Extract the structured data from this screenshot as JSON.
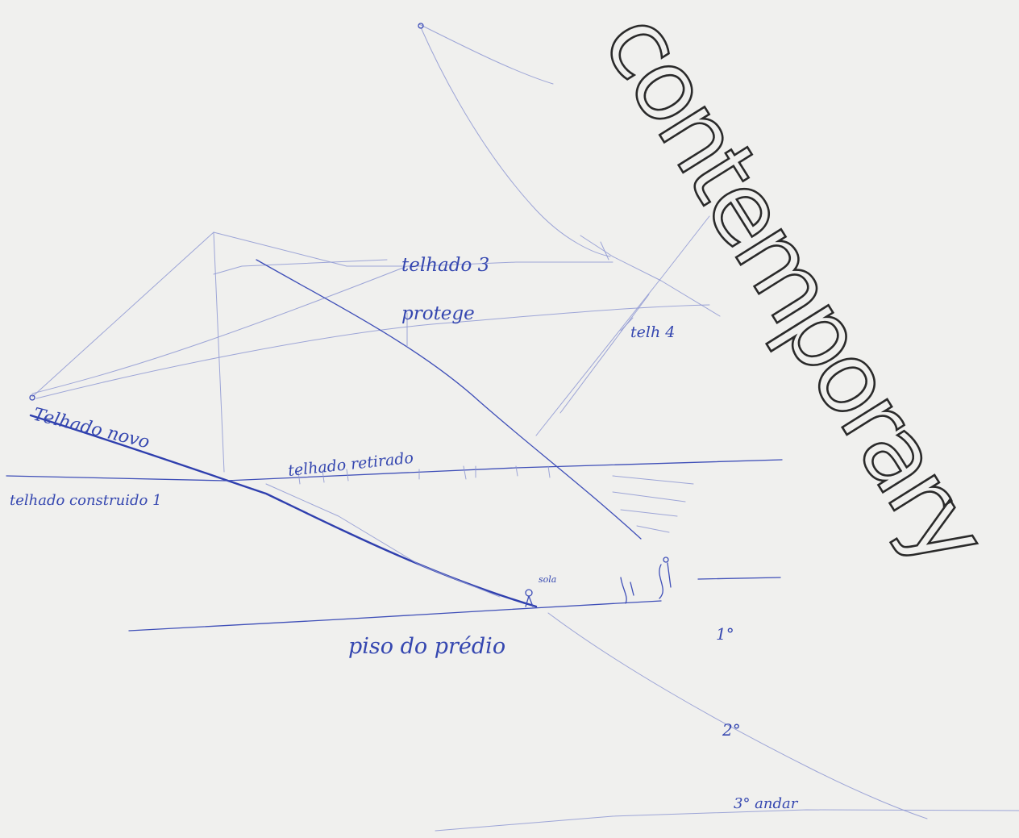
{
  "watermark": "contemporary",
  "labels": {
    "telhado_3": "telhado 3",
    "protege": "protege",
    "telhado_4": "telh 4",
    "telhado_novo": "Telhado novo",
    "telhado_retirado": "telhado retirado",
    "telhado_construido": "telhado construido 1",
    "sola": "sola",
    "piso_predio": "piso do prédio",
    "andar_1": "1°",
    "andar_2": "2°",
    "andar_3": "3° andar"
  },
  "colors": {
    "paper": "#f0f0ee",
    "ink": "#3f4fb8",
    "watermark_outline": "#2a2a2a"
  }
}
